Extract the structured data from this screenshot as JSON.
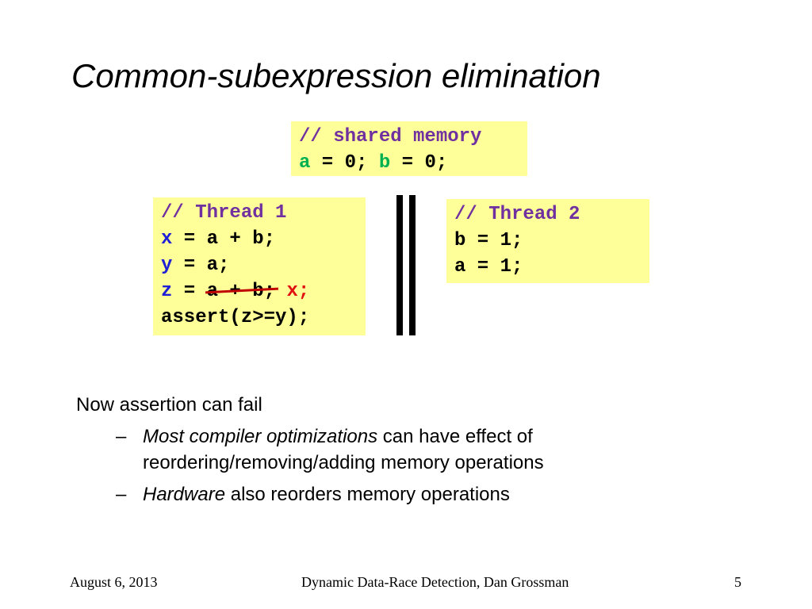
{
  "slide": {
    "title": "Common-subexpression elimination"
  },
  "shared_memory": {
    "comment": "// shared memory",
    "var_a": "a",
    "assign_a": " = 0; ",
    "var_b": "b",
    "assign_b": " = 0;"
  },
  "thread1": {
    "comment": "// Thread 1",
    "line1_var": "x",
    "line1_rest": " = a + b;",
    "line2_var": "y",
    "line2_rest": " = a;",
    "line3_var": "z",
    "line3_eq": " = ",
    "line3_struck": "a + b;",
    "line3_replacement": " x;",
    "line4": "assert(z>=y);"
  },
  "thread2": {
    "comment": "// Thread 2",
    "line1": "b = 1;",
    "line2": "a = 1;"
  },
  "bullets": {
    "main": "Now assertion can fail",
    "sub1_em": "Most compiler optimizations",
    "sub1_rest": " can have effect of reordering/removing/adding memory operations",
    "sub2_em": "Hardware",
    "sub2_rest": " also reorders memory operations",
    "dash": "–"
  },
  "footer": {
    "date": "August 6, 2013",
    "center": "Dynamic Data-Race Detection, Dan Grossman",
    "page": "5"
  },
  "colors": {
    "code_background": "#ffff99",
    "comment": "#7030a0",
    "green_var": "#00b050",
    "blue_var": "#1f1fd6",
    "red_replacement": "#e01010",
    "strike_line": "#c00000"
  }
}
